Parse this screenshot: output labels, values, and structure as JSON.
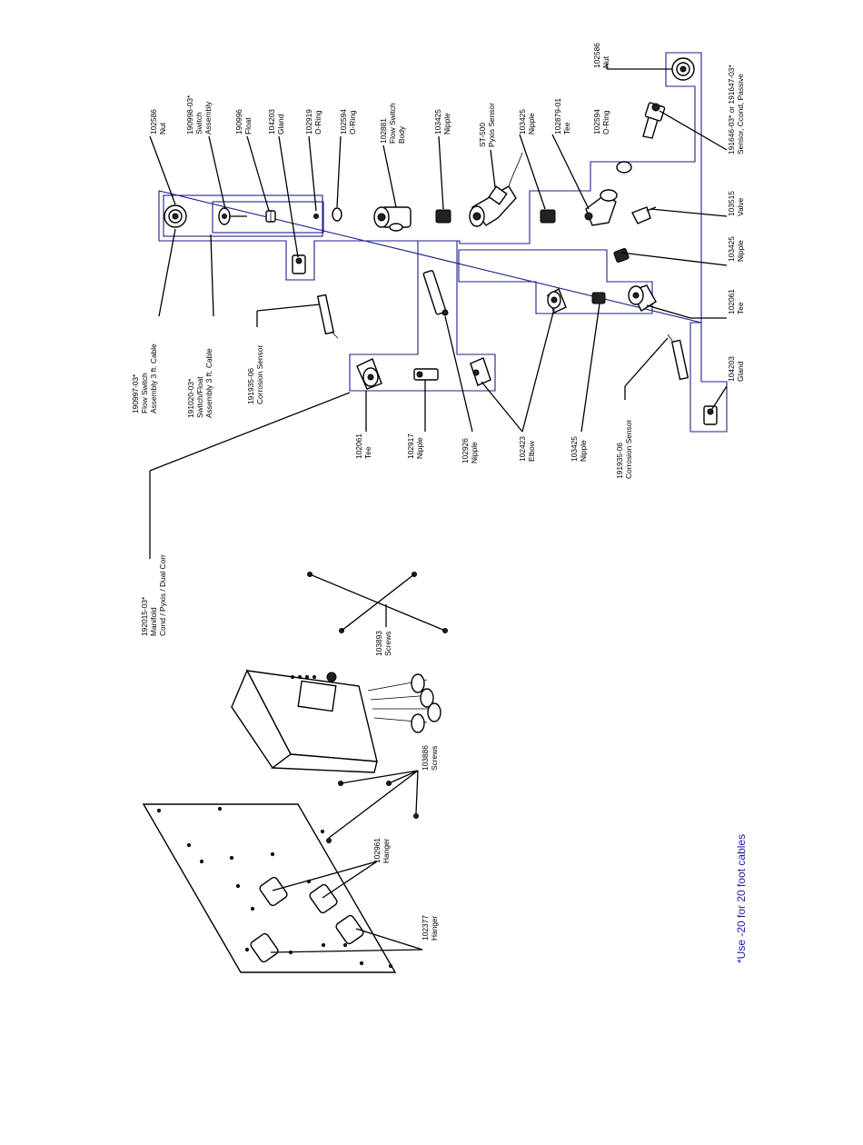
{
  "labels": {
    "nut_top": {
      "part": "102586",
      "name": "Nut"
    },
    "switch_assembly": {
      "part": "190998-03*",
      "name": "Switch",
      "name2": "Assembly"
    },
    "float": {
      "part": "190996",
      "name": "Float"
    },
    "gland_top": {
      "part": "104203",
      "name": "Gland"
    },
    "oring_small": {
      "part": "102919",
      "name": "O-Ring"
    },
    "oring_top": {
      "part": "102594",
      "name": "O-Ring"
    },
    "flow_switch_body": {
      "part": "102881",
      "name": "Flow Switch",
      "name2": "Body"
    },
    "nipple_top": {
      "part": "103425",
      "name": "Nipple"
    },
    "pyxis_sensor": {
      "part": "ST-500",
      "name": "Pyxis Sensor"
    },
    "nipple_top2": {
      "part": "103425",
      "name": "Nipple"
    },
    "tee_top": {
      "part": "102879-01",
      "name": "Tee"
    },
    "oring_right": {
      "part": "102594",
      "name": "O-Ring"
    },
    "nut_right": {
      "part": "102586",
      "name": "Nut"
    },
    "sensor_cond": {
      "part": "191646-03* or 191647-03*",
      "name": "Sensor, Ccond, Passive"
    },
    "valve": {
      "part": "103515",
      "name": "Valve"
    },
    "nipple_right": {
      "part": "103425",
      "name": "Nipple"
    },
    "tee_right": {
      "part": "102061",
      "name": "Tee"
    },
    "gland_right": {
      "part": "104203",
      "name": "Gland"
    },
    "flow_switch_cable": {
      "part": "190997-03*",
      "name": "Flow Switch",
      "name2": "Assembly 3 ft. Cable"
    },
    "switch_float_cable": {
      "part": "191020-03*",
      "name": "Switch/Float",
      "name2": "Assembly 3 ft. Cable"
    },
    "corrosion_left": {
      "part": "191935-06",
      "name": "Corrosion Sensor"
    },
    "tee_mid": {
      "part": "102061",
      "name": "Tee"
    },
    "nipple_102917": {
      "part": "102917",
      "name": "Nipple"
    },
    "nipple_102926": {
      "part": "102926",
      "name": "Nipple"
    },
    "elbow": {
      "part": "102423",
      "name": "Elbow"
    },
    "nipple_mid": {
      "part": "103425",
      "name": "Nipple"
    },
    "corrosion_right": {
      "part": "191935-06",
      "name": "Corrosion Sensor"
    },
    "manifold": {
      "part": "192015-03*",
      "name": "Manifold",
      "name2": "Cond / Pyxis / Dual Corr"
    },
    "screws_103893": {
      "part": "103893",
      "name": "Screws"
    },
    "screws_103886": {
      "part": "103886",
      "name": "Screws"
    },
    "hanger_102961": {
      "part": "102961",
      "name": "Hanger"
    },
    "hanger_102377": {
      "part": "102377",
      "name": "Hanger"
    }
  },
  "footnote": "*Use -20 for 20 foot cables",
  "colors": {
    "outline": "#1f1f8f",
    "note": "#1a1aa6",
    "ink": "#000000"
  }
}
